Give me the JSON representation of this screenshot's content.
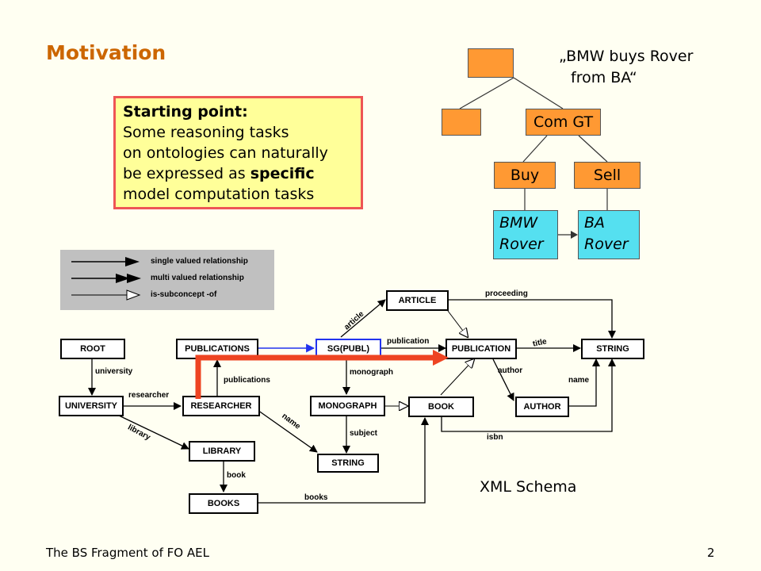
{
  "slide": {
    "title": "Motivation",
    "quote_line1": "„BMW buys Rover",
    "quote_line2": "from BA“",
    "callout_head": "Starting point:",
    "callout_l1": "Some reasoning tasks",
    "callout_l2": "on ontologies can naturally",
    "callout_l3_pre": "be expressed as ",
    "callout_l3_bold": "specific",
    "callout_l4": "model computation tasks",
    "xml_schema_label": "XML Schema",
    "footer": "The BS Fragment of FO AEL",
    "page_number": "2"
  },
  "tree": {
    "comgt": "Com GT",
    "buy": "Buy",
    "sell": "Sell",
    "bmw_l1": "BMW",
    "bmw_l2": "Rover",
    "ba_l1": "BA",
    "ba_l2": "Rover"
  },
  "legend": {
    "single": "single valued relationship",
    "multi": "multi valued relationship",
    "isa": "is-subconcept -of"
  },
  "schema": {
    "nodes": {
      "root": "ROOT",
      "university": "UNIVERSITY",
      "publications": "PUBLICATIONS",
      "researcher": "RESEARCHER",
      "library": "LIBRARY",
      "books": "BOOKS",
      "sg": "SG(PUBL)",
      "article": "ARTICLE",
      "monograph": "MONOGRAPH",
      "string_sub": "STRING",
      "publication": "PUBLICATION",
      "book": "BOOK",
      "author": "AUTHOR",
      "string_main": "STRING"
    },
    "edges": {
      "university": "university",
      "researcher": "researcher",
      "library": "library",
      "publications": "publications",
      "name_r": "name",
      "book": "book",
      "books": "books",
      "article": "article",
      "publication": "publication",
      "monograph": "monograph",
      "subject": "subject",
      "proceeding": "proceeding",
      "title": "title",
      "author": "author",
      "name_a": "name",
      "isbn": "isbn"
    }
  }
}
